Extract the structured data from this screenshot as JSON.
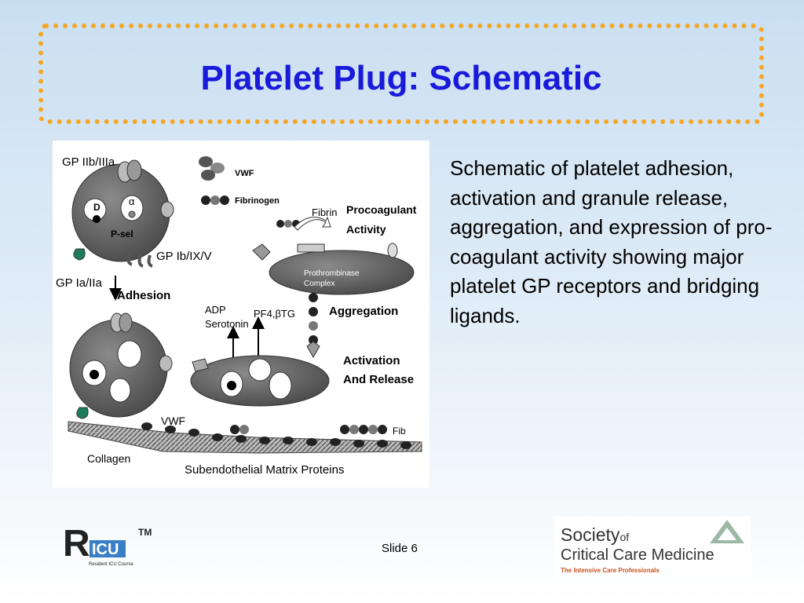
{
  "slide": {
    "title": "Platelet Plug: Schematic",
    "description": "Schematic of platelet adhesion, activation and granule release, aggregation, and expression of pro-coagulant activity showing major platelet GP receptors and bridging ligands.",
    "slide_number": "Slide 6"
  },
  "diagram": {
    "labels": {
      "gp_iib_iiia": "GP IIb/IIIa",
      "vwf_legend": "VWF",
      "fibrinogen_legend": "Fibrinogen",
      "d_granule": "D",
      "alpha_granule": "α",
      "p_sel": "P-sel",
      "gp_ib_ix_v": "GP Ib/IX/V",
      "gp_ia_iia": "GP Ia/IIa",
      "adhesion": "Adhesion",
      "fibrin": "Fibrin",
      "procoagulant_line1": "Procoagulant",
      "procoagulant_line2": "Activity",
      "prothrombinase_line1": "Prothrombinase",
      "prothrombinase_line2": "Complex",
      "adp": "ADP",
      "serotonin": "Serotonin",
      "pf4_btg": "PF4,βTG",
      "aggregation": "Aggregation",
      "activation_line1": "Activation",
      "activation_line2": "And Release",
      "vwf_bottom": "VWF",
      "fib": "Fib",
      "collagen": "Collagen",
      "subendothelial": "Subendothelial Matrix Proteins"
    }
  },
  "logos": {
    "ricu_letters": "RICU",
    "ricu_tm": "TM",
    "ricu_caption": "Resident ICU Course",
    "sccm_society": "Society",
    "sccm_of": "of",
    "sccm_name": "Critical Care Medicine",
    "sccm_tagline": "The Intensive Care Professionals"
  },
  "colors": {
    "title": "#1a1adb",
    "title_border": "#f5a623",
    "platelet_fill": "#6e6e6e",
    "sccm_tagline": "#c8501e"
  }
}
